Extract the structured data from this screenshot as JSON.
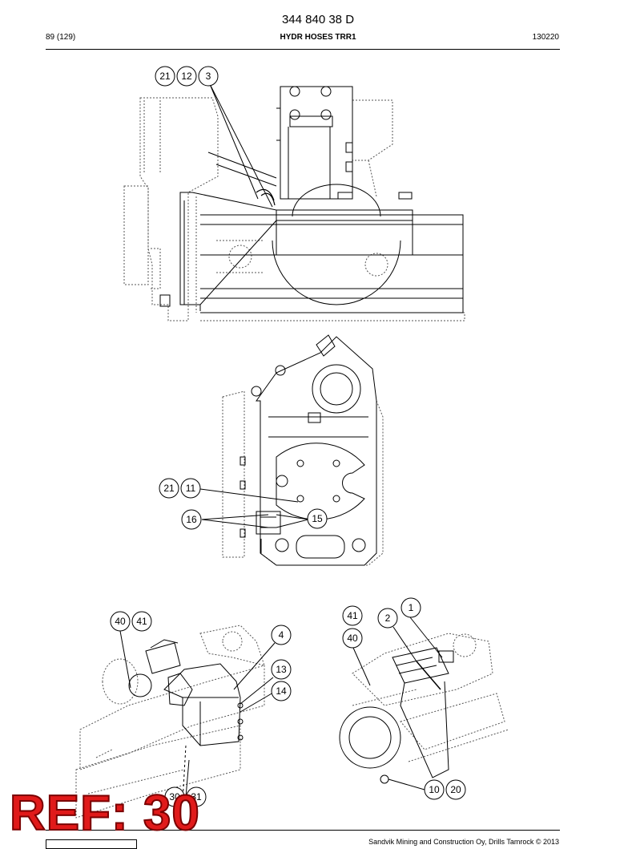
{
  "header": {
    "doc_number": "344 840 38 D",
    "page": "89 (129)",
    "title": "HYDR HOSES TRR1",
    "code": "130220"
  },
  "callouts": {
    "c21a": "21",
    "c12": "12",
    "c3": "3",
    "c21b": "21",
    "c11": "11",
    "c16": "16",
    "c15": "15",
    "c40a": "40",
    "c41a": "41",
    "c4": "4",
    "c13": "13",
    "c14": "14",
    "c30": "30",
    "c31": "31",
    "c1": "1",
    "c2": "2",
    "c41b": "41",
    "c40b": "40",
    "c10": "10",
    "c20": "20"
  },
  "footer": {
    "copyright": "Sandvik Mining and Construction Oy, Drills Tamrock © 2013"
  },
  "stamp": {
    "ref": "REF: 30"
  },
  "colors": {
    "stamp_fill": "#e01a1a",
    "stamp_outline": "#7a0000",
    "line": "#000000"
  }
}
